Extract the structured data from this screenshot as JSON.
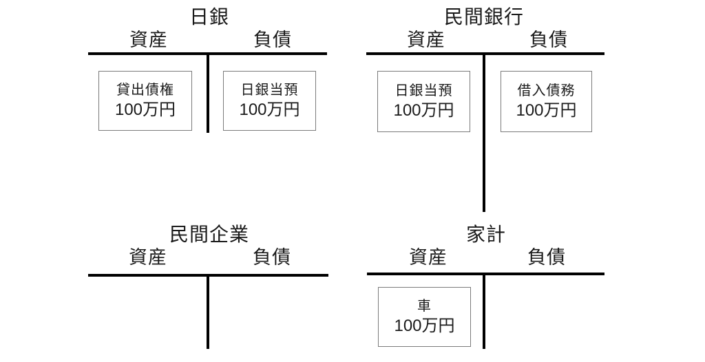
{
  "page": {
    "background_color": "#ffffff",
    "line_color": "#000000",
    "box_border_color": "#7a7a7a",
    "text_color": "#1a1a1a"
  },
  "accounts": [
    {
      "id": "boj",
      "title": "日銀",
      "assets_header": "資産",
      "liabilities_header": "負債",
      "asset_items": [
        {
          "label": "貸出債権",
          "amount": "100万円"
        }
      ],
      "liability_items": [
        {
          "label": "日銀当預",
          "amount": "100万円"
        }
      ]
    },
    {
      "id": "private-bank",
      "title": "民間銀行",
      "assets_header": "資産",
      "liabilities_header": "負債",
      "asset_items": [
        {
          "label": "日銀当預",
          "amount": "100万円"
        }
      ],
      "liability_items": [
        {
          "label": "借入債務",
          "amount": "100万円"
        }
      ]
    },
    {
      "id": "private-company",
      "title": "民間企業",
      "assets_header": "資産",
      "liabilities_header": "負債",
      "asset_items": [],
      "liability_items": []
    },
    {
      "id": "household",
      "title": "家計",
      "assets_header": "資産",
      "liabilities_header": "負債",
      "asset_items": [
        {
          "label": "車",
          "amount": "100万円"
        }
      ],
      "liability_items": []
    }
  ]
}
